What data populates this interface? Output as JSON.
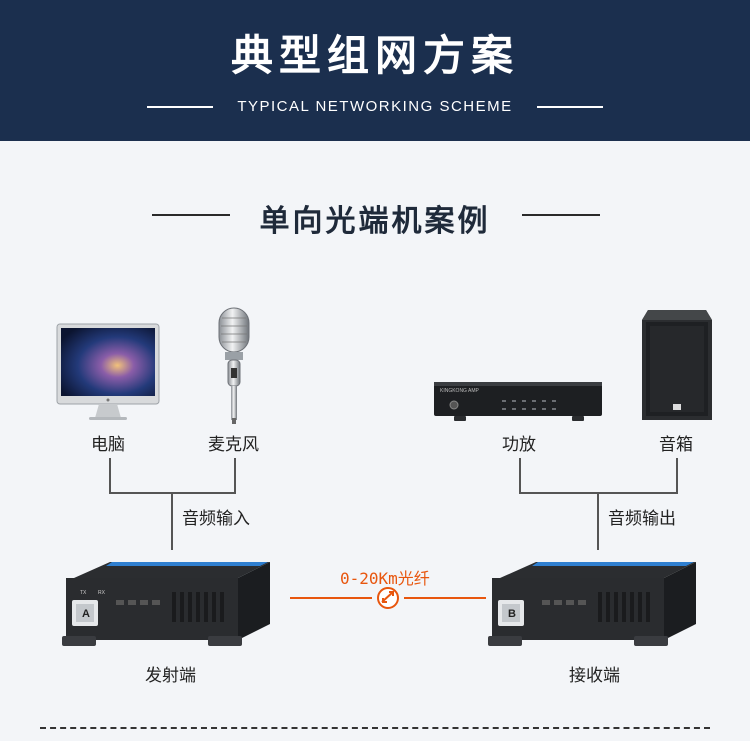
{
  "header": {
    "title": "典型组网方案",
    "subtitle": "TYPICAL NETWORKING SCHEME"
  },
  "section": {
    "title": "单向光端机案例"
  },
  "devices": {
    "computer": "电脑",
    "microphone": "麦克风",
    "amplifier": "功放",
    "speaker": "音箱",
    "transmitter": "发射端",
    "receiver": "接收端"
  },
  "connections": {
    "audio_in": "音频输入",
    "audio_out": "音频输出",
    "fiber": "0-20Km光纤"
  },
  "panel_text": {
    "tx": "TX",
    "rx": "RX",
    "port_a": "A",
    "port_b": "B",
    "amp_brand": "KINGKONG AMP"
  },
  "colors": {
    "header_bg": "#1b2f4e",
    "page_bg": "#f3f5f8",
    "fiber_accent": "#e8560e",
    "device_stripe": "#2f7fd0"
  }
}
